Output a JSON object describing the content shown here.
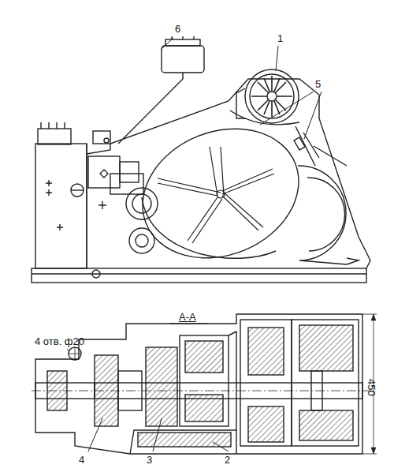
{
  "diagram": {
    "labels": [
      "6",
      "1",
      "5",
      "А-А",
      "4 отв. ф20",
      "4",
      "3",
      "2",
      "450"
    ]
  }
}
